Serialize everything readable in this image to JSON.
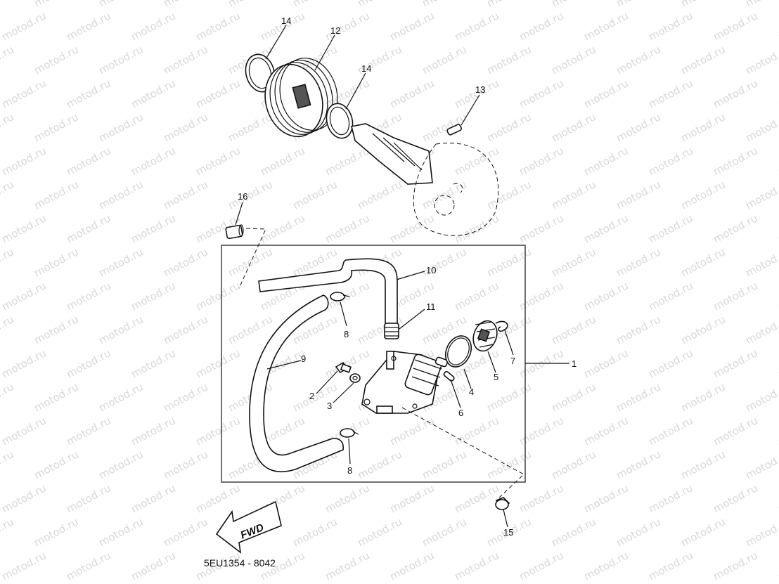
{
  "drawing_code": "5EU1354 - 8042",
  "watermark": "motod.ru",
  "direction_label": "FWD",
  "callouts": [
    {
      "id": "c14a",
      "label": "14"
    },
    {
      "id": "c12",
      "label": "12"
    },
    {
      "id": "c14b",
      "label": "14"
    },
    {
      "id": "c13",
      "label": "13"
    },
    {
      "id": "c16",
      "label": "16"
    },
    {
      "id": "c10",
      "label": "10"
    },
    {
      "id": "c11",
      "label": "11"
    },
    {
      "id": "c8a",
      "label": "8"
    },
    {
      "id": "c9",
      "label": "9"
    },
    {
      "id": "c2",
      "label": "2"
    },
    {
      "id": "c3",
      "label": "3"
    },
    {
      "id": "c6",
      "label": "6"
    },
    {
      "id": "c4",
      "label": "4"
    },
    {
      "id": "c5",
      "label": "5"
    },
    {
      "id": "c7",
      "label": "7"
    },
    {
      "id": "c1",
      "label": "1"
    },
    {
      "id": "c8b",
      "label": "8"
    },
    {
      "id": "c15",
      "label": "15"
    }
  ]
}
